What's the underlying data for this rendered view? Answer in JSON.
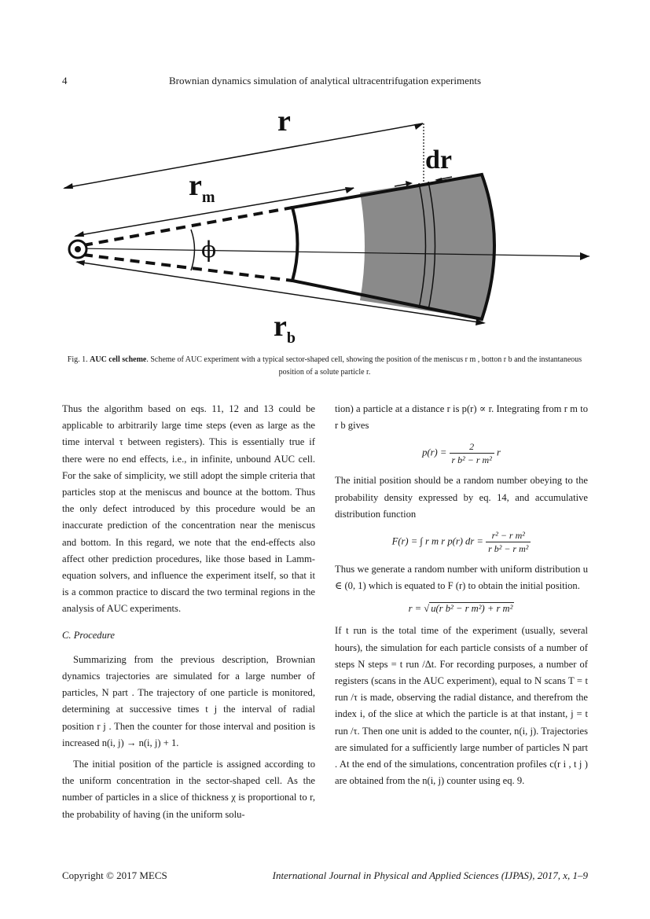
{
  "header": {
    "page_number": "4",
    "title": "Brownian dynamics simulation of analytical ultracentrifugation experiments"
  },
  "figure": {
    "labels": {
      "r": "r",
      "dr": "dr",
      "rm_base": "r",
      "rm_sub": "m",
      "rb_base": "r",
      "rb_sub": "b",
      "phi": "ϕ"
    },
    "caption": {
      "prefix": "Fig. 1.",
      "bold": "AUC cell scheme",
      "text": ". Scheme of AUC experiment with a typical sector-shaped cell, showing the position of the meniscus r m , botton r b and the instantaneous position of a solute particle r."
    }
  },
  "left_column": {
    "p1": "Thus the algorithm based on eqs. 11, 12 and 13 could be applicable to arbitrarily large time steps (even as large as the time interval τ between registers). This is essentially true if there were no end effects, i.e., in infinite, unbound AUC cell. For the sake of simplicity, we still adopt the simple criteria that particles stop at the meniscus and bounce at the bottom. Thus the only defect introduced by this procedure would be an inaccurate prediction of the concentration near the meniscus and bottom. In this regard, we note that the end-effects also affect other prediction procedures, like those based in Lamm-equation solvers, and influence the experiment itself, so that it is a common practice to discard the two terminal regions in the analysis of AUC experiments.",
    "subheading": "C. Procedure",
    "p2": "Summarizing from the previous description, Brownian dynamics trajectories are simulated for a large number of particles, N part . The trajectory of one particle is monitored, determining at successive times t j the interval of radial position r j . Then the counter for those interval and position is increased n(i, j) → n(i, j) + 1.",
    "p3": "The initial position of the particle is assigned according to the uniform concentration in the sector-shaped cell. As the number of particles in a slice of thickness χ is proportional to r, the probability of having (in the uniform solu-"
  },
  "right_column": {
    "p1": "tion) a particle at a distance r is p(r) ∝ r. Integrating from r m to r b gives",
    "eq1_lhs": "p(r) =",
    "eq1_num": "2",
    "eq1_den": "r b² − r m²",
    "eq1_rhs": "r",
    "p2": "The initial position should be a random number obeying to the probability density expressed by eq. 14, and accumulative distribution function",
    "eq2_lhs": "F(r) = ∫ r m r p(r) dr =",
    "eq2_num": "r² − r m²",
    "eq2_den": "r b² − r m²",
    "p3": "Thus we generate a random number with uniform distribution u ∈ (0, 1) which is equated to F (r) to obtain the initial position.",
    "eq3_lhs": "r =",
    "eq3_rad": "u(r b² − r m²) + r m²",
    "p4": "If t run is the total time of the experiment (usually, several hours), the simulation for each particle consists of a number of steps N steps = t run /Δt. For recording purposes, a number of registers (scans in the AUC experiment), equal to N scans T = t run /τ is made, observing the radial distance, and therefrom the index i, of the slice at which the particle is at that instant, j = t run /τ. Then one unit is added to the counter, n(i, j). Trajectories are simulated for a sufficiently large number of particles N part . At the end of the simulations, concentration profiles c(r i , t j ) are obtained from the n(i, j) counter using eq. 9."
  },
  "footer": {
    "copyright": "Copyright © 2017 MECS",
    "journal": "International Journal in Physical and Applied Sciences (IJPAS), 2017, x, 1–9"
  },
  "colors": {
    "shaded_region": "#8a8a8a",
    "ink": "#111111"
  }
}
